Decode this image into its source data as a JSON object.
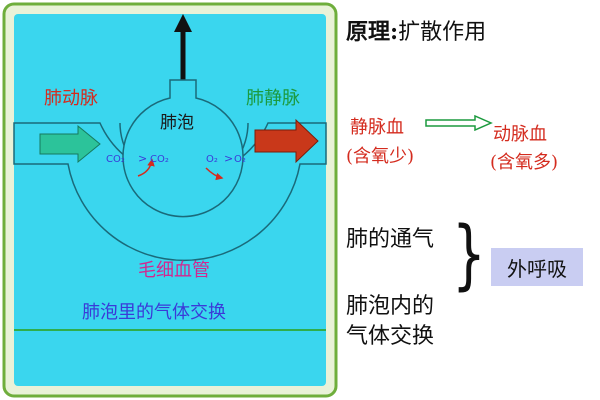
{
  "diagram": {
    "left_label": "肺动脉",
    "right_label": "肺静脉",
    "alveolus_label": "肺泡",
    "capillary_label": "毛细血管",
    "caption": "肺泡里的气体交换",
    "gas_labels": [
      "CO₂",
      "CO₂",
      "O₂",
      "O₂"
    ],
    "colors": {
      "panel_bg": "#3ad6ee",
      "border": "#6fae3c",
      "vessel_red": "#d42b1e",
      "vessel_green": "#1c9a3e",
      "arrow_teal": "#2cc39a",
      "arrow_red": "#c9381a"
    }
  },
  "principle": {
    "label": "原理:",
    "text": "扩散作用"
  },
  "blood": {
    "venous": "静脉血",
    "venous_note": "(含氧少)",
    "arterial": "动脉血",
    "arterial_note": "(含氧多)"
  },
  "steps": {
    "ventilation": "肺的通气",
    "alveolar_line1": "肺泡内的",
    "alveolar_line2": "气体交换"
  },
  "external_respiration": "外呼吸"
}
